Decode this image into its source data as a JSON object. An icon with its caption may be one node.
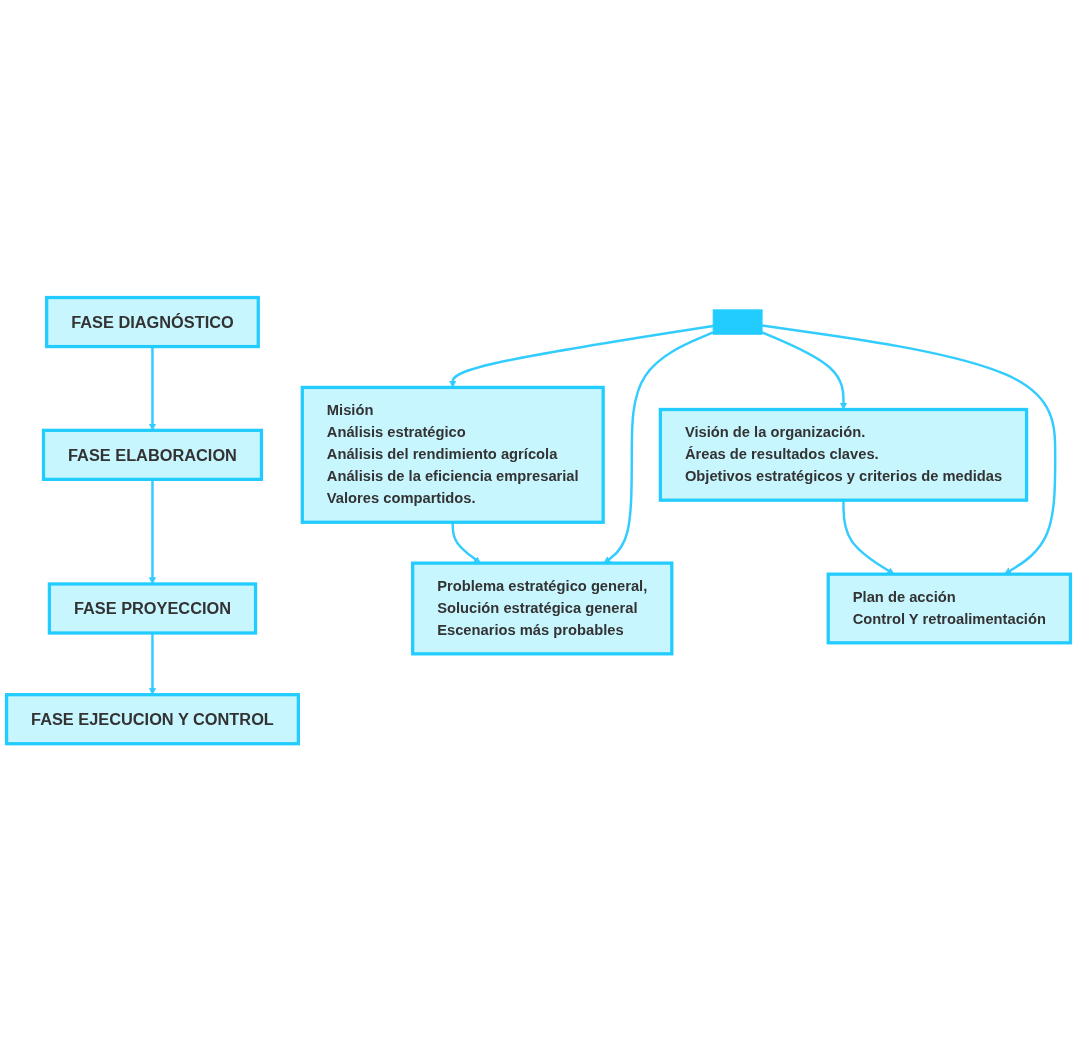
{
  "diagram": {
    "nodes": [
      {
        "text": [
          "FASE DIAGNÓSTICO"
        ]
      },
      {
        "text": [
          "Misión",
          "Análisis estratégico",
          "Análisis del rendimiento agrícola",
          "Análisis de la eficiencia empresarial",
          "Valores compartidos."
        ]
      },
      {
        "text": [
          "FASE ELABORACION"
        ]
      },
      {
        "text": [
          "Problema estratégico general,",
          "Solución estratégica general",
          "Escenarios más probables"
        ]
      },
      {
        "text": [
          "FASE PROYECCION"
        ]
      },
      {
        "text": [
          "Visión de la organización.",
          "Áreas de resultados claves.",
          "Objetivos estratégicos y criterios de medidas"
        ]
      },
      {
        "text": [
          "FASE EJECUCION Y CONTROL"
        ]
      },
      {
        "text": [
          "Plan de acción",
          "Control Y retroalimentación"
        ]
      },
      {
        "text": [],
        "shape": "bar"
      }
    ],
    "edges": [
      {
        "from": 0,
        "to": 2,
        "arrow": "to"
      },
      {
        "from": 2,
        "to": 4,
        "arrow": "to"
      },
      {
        "from": 4,
        "to": 6,
        "arrow": "to"
      },
      {
        "from": 1,
        "to": 3,
        "arrow": "to"
      },
      {
        "from": 5,
        "to": 7,
        "arrow": "to"
      },
      {
        "from": 8,
        "to": 1,
        "arrow": "to"
      },
      {
        "from": 8,
        "to": 3,
        "arrow": "to"
      },
      {
        "from": 8,
        "to": 5,
        "arrow": "to"
      },
      {
        "from": 8,
        "to": 7,
        "arrow": "to"
      }
    ]
  }
}
